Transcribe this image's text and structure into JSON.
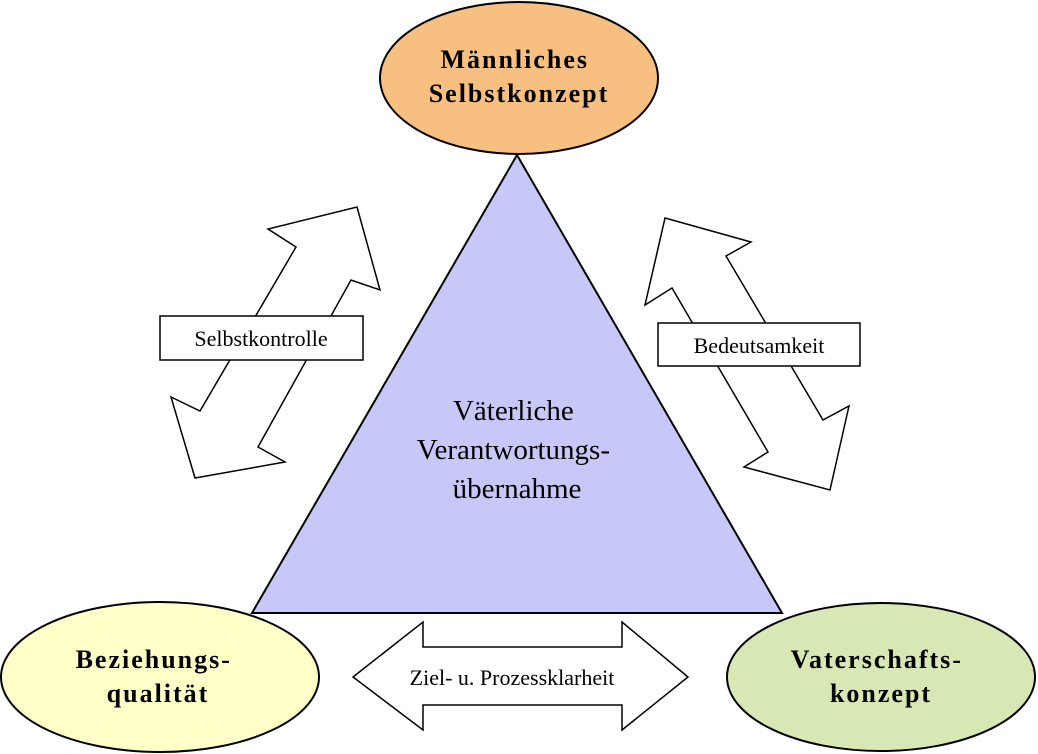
{
  "nodes": {
    "top": {
      "line1": "Männliches",
      "line2": "Selbstkonzept",
      "color": "#f8c080"
    },
    "left": {
      "line1": "Beziehungs-",
      "line2": "qualität",
      "color": "#ffffc8"
    },
    "right": {
      "line1": "Vaterschafts-",
      "line2": "konzept",
      "color": "#d8e8b4"
    }
  },
  "center": {
    "line1": "Väterliche",
    "line2": "Verantwortungs-",
    "line3": "übernahme",
    "color": "#c8c8f8"
  },
  "arrows": {
    "left": "Selbstkontrolle",
    "right": "Bedeutsamkeit",
    "bottom": "Ziel- u. Prozessklarheit"
  }
}
